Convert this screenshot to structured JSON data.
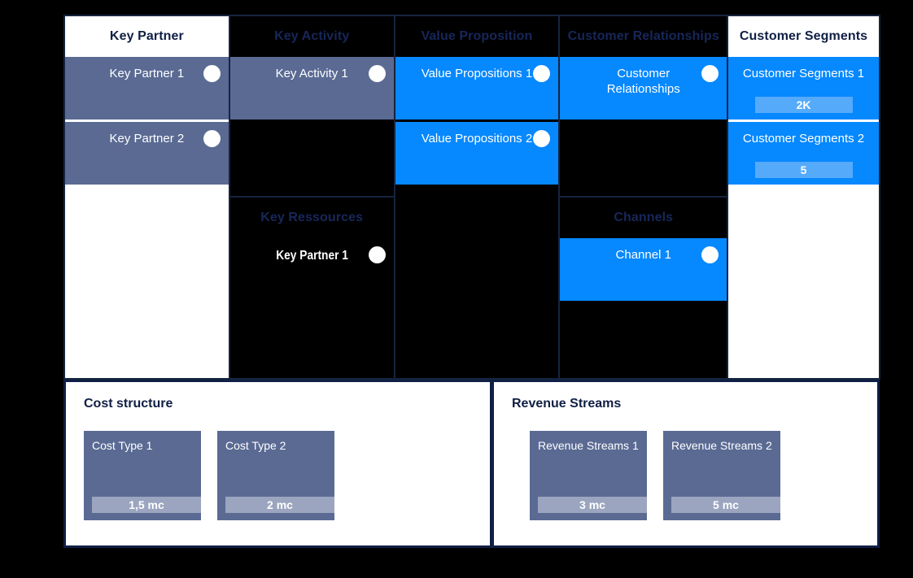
{
  "theme": {
    "page_bg": "#000000",
    "accent_blue": "#0688ff",
    "slate": "#5a6a93",
    "navy": "#101f45",
    "badge_light_blue": "#56aafa",
    "badge_slate": "#9ba5bf"
  },
  "blocks": {
    "key_partner": {
      "title": "Key Partner",
      "cards": [
        {
          "label": "Key Partner 1"
        },
        {
          "label": "Key Partner 2"
        }
      ]
    },
    "key_activity": {
      "title": "Key Activity",
      "cards": [
        {
          "label": "Key Activity 1"
        }
      ]
    },
    "key_ressources": {
      "title": "Key Ressources",
      "cards": [
        {
          "label": "Key Partner 1"
        }
      ]
    },
    "value_proposition": {
      "title": "Value Proposition",
      "cards": [
        {
          "label": "Value Propositions 1"
        },
        {
          "label": "Value Propositions 2"
        }
      ]
    },
    "customer_relationships": {
      "title": "Customer Relationships",
      "cards": [
        {
          "label": "Customer Relationships"
        }
      ]
    },
    "channels": {
      "title": "Channels",
      "cards": [
        {
          "label": "Channel 1"
        }
      ]
    },
    "customer_segments": {
      "title": "Customer Segments",
      "cards": [
        {
          "label": "Customer Segments 1",
          "badge": "2K"
        },
        {
          "label": "Customer Segments 2",
          "badge": "5"
        }
      ]
    },
    "cost_structure": {
      "title": "Cost structure",
      "cards": [
        {
          "label": "Cost Type 1",
          "badge": "1,5 mc"
        },
        {
          "label": "Cost Type 2",
          "badge": "2 mc"
        }
      ]
    },
    "revenue_streams": {
      "title": "Revenue Streams",
      "cards": [
        {
          "label": "Revenue Streams 1",
          "badge": "3 mc"
        },
        {
          "label": "Revenue Streams 2",
          "badge": "5 mc"
        }
      ]
    }
  }
}
